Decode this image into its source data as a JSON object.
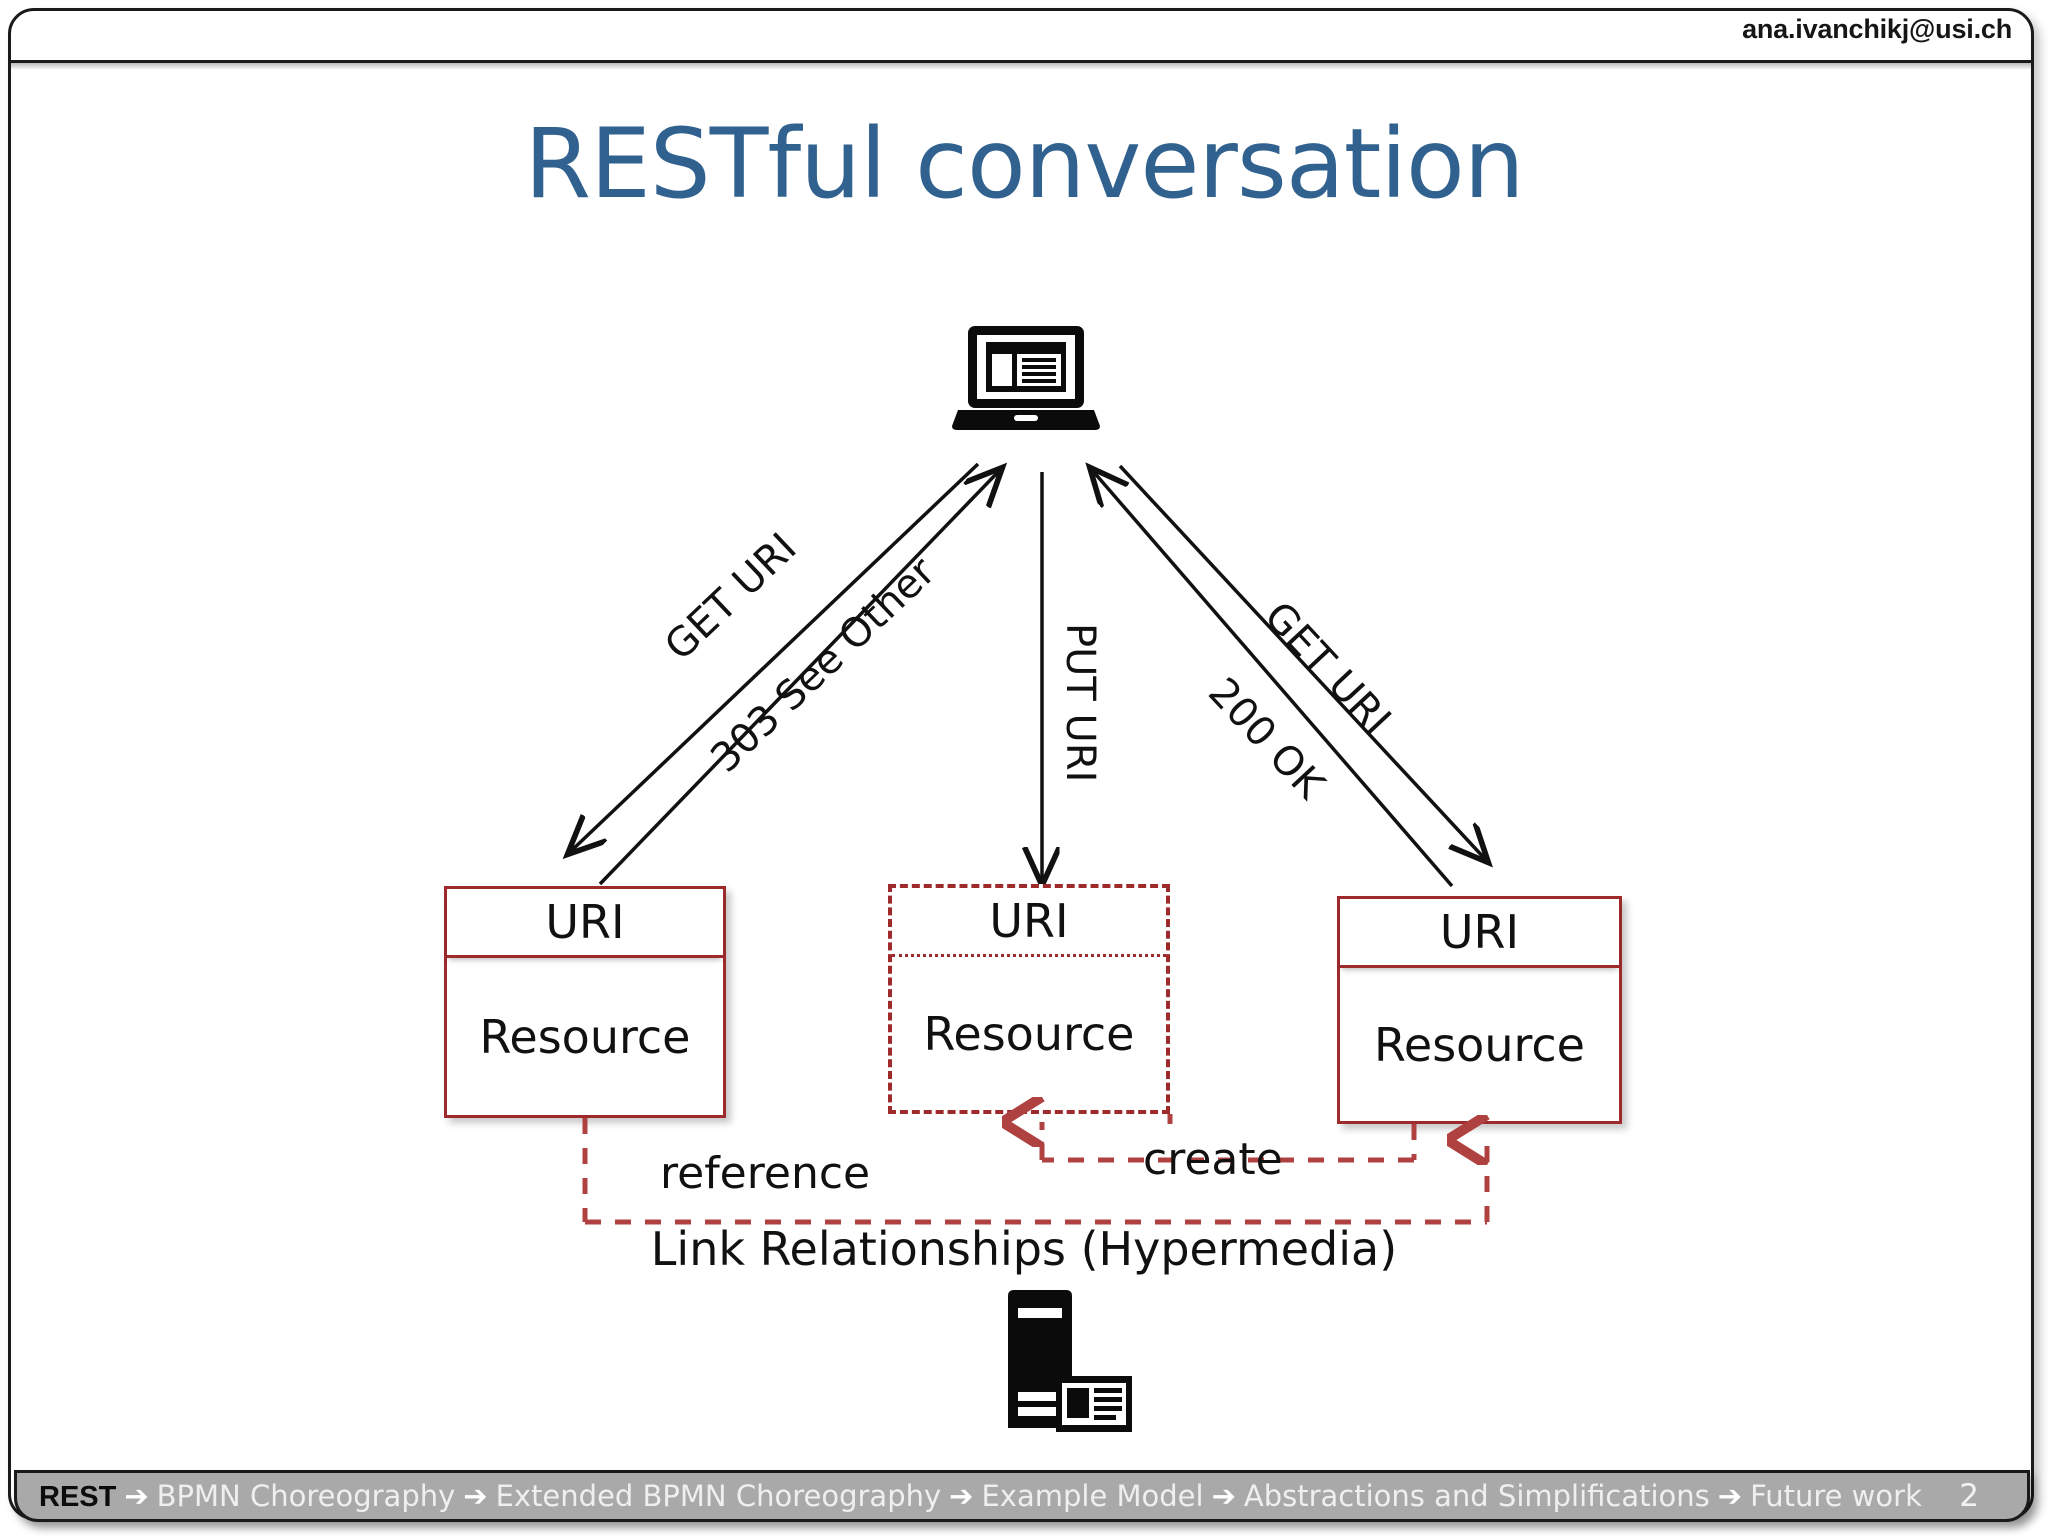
{
  "header": {
    "email": "ana.ivanchikj@usi.ch"
  },
  "title": "RESTful conversation",
  "theme": {
    "title_color": "#31628f",
    "box_border_color": "#9e2a2b",
    "link_color": "#b05050",
    "footer_bg": "#a9a9a9",
    "arrow_color": "#111111"
  },
  "icons": {
    "client": "laptop-icon",
    "server": "server-icon"
  },
  "arrows": [
    {
      "id": "get-uri-left",
      "label": "GET URI",
      "direction": "down-left",
      "rotate": 47
    },
    {
      "id": "see-other-left",
      "label": "303 See Other",
      "direction": "up-right",
      "rotate": 47
    },
    {
      "id": "put-uri-middle",
      "label": "PUT URI",
      "direction": "down",
      "rotate": 90
    },
    {
      "id": "get-uri-right",
      "label": "GET URI",
      "direction": "down-right",
      "rotate": -47
    },
    {
      "id": "ok-right",
      "label": "200 OK",
      "direction": "up-left",
      "rotate": -47
    }
  ],
  "resources": [
    {
      "id": "resource-left",
      "uri": "URI",
      "body": "Resource",
      "style": "solid"
    },
    {
      "id": "resource-middle",
      "uri": "URI",
      "body": "Resource",
      "style": "dashed"
    },
    {
      "id": "resource-right",
      "uri": "URI",
      "body": "Resource",
      "style": "solid"
    }
  ],
  "links": {
    "reference": "reference",
    "create": "create",
    "caption": "Link Relationships (Hypermedia)"
  },
  "footer": {
    "items": [
      {
        "label": "REST",
        "active": true
      },
      {
        "label": "BPMN Choreography",
        "active": false
      },
      {
        "label": "Extended BPMN Choreography",
        "active": false
      },
      {
        "label": "Example Model",
        "active": false
      },
      {
        "label": "Abstractions and Simplifications",
        "active": false
      },
      {
        "label": "Future work",
        "active": false
      }
    ],
    "arrow_glyph": "➔",
    "page_number": "2"
  }
}
